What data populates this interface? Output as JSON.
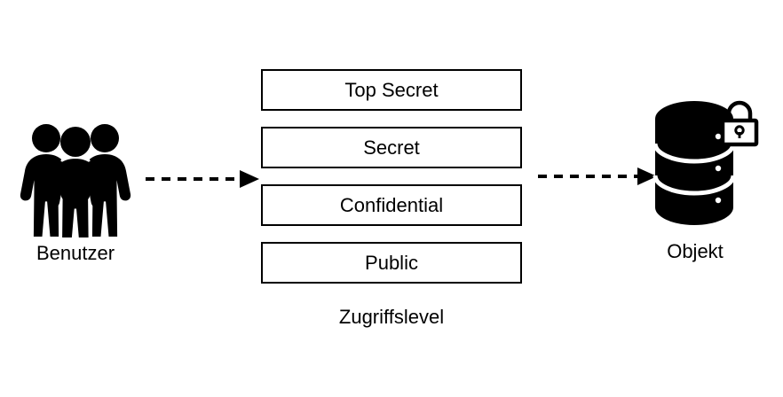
{
  "diagram": {
    "title": "Zugriffslevel",
    "background_color": "#ffffff",
    "stroke_color": "#000000",
    "nodes": {
      "users": {
        "caption": "Benutzer",
        "icon": "three-people-icon"
      },
      "object": {
        "caption": "Objekt",
        "icon": "database-cylinder-icon",
        "badge_icon": "padlock-icon"
      }
    },
    "levels": {
      "caption": "Zugriffslevel",
      "boxes": [
        {
          "label": "Top Secret"
        },
        {
          "label": "Secret"
        },
        {
          "label": "Confidential"
        },
        {
          "label": "Public"
        }
      ]
    },
    "arrows": [
      {
        "name": "users-to-levels",
        "style": "dashed",
        "head": "filled-triangle"
      },
      {
        "name": "levels-to-object",
        "style": "dashed",
        "head": "filled-triangle"
      }
    ]
  }
}
